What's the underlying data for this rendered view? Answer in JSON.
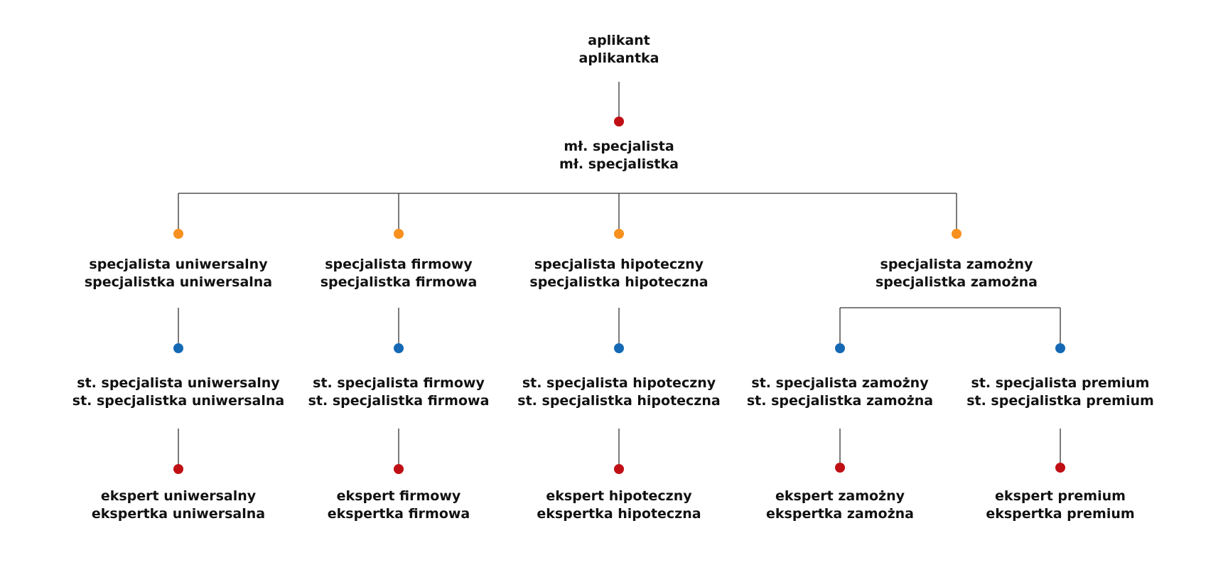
{
  "colors": {
    "line": "#333333",
    "red": "#C00F14",
    "orange": "#F7901E",
    "blue": "#1569B4",
    "text": "#111111"
  },
  "nodes": {
    "aplikant": {
      "line1": "aplikant",
      "line2": "aplikantka",
      "dot": null
    },
    "mlodszy": {
      "line1": "mł. specjalista",
      "line2": "mł. specjalistka",
      "dot": "red"
    },
    "spec_uniw": {
      "line1": "specjalista uniwersalny",
      "line2": "specjalistka uniwersalna",
      "dot": "orange"
    },
    "spec_firm": {
      "line1": "specjalista firmowy",
      "line2": "specjalistka firmowa",
      "dot": "orange"
    },
    "spec_hip": {
      "line1": "specjalista hipoteczny",
      "line2": "specjalistka hipoteczna",
      "dot": "orange"
    },
    "spec_zam": {
      "line1": "specjalista zamożny",
      "line2": "specjalistka zamożna",
      "dot": "orange"
    },
    "st_uniw": {
      "line1": "st. specjalista uniwersalny",
      "line2": "st. specjalistka uniwersalna",
      "dot": "blue"
    },
    "st_firm": {
      "line1": "st. specjalista firmowy",
      "line2": "st. specjalistka firmowa",
      "dot": "blue"
    },
    "st_hip": {
      "line1": "st. specjalista hipoteczny",
      "line2": "st. specjalistka hipoteczna",
      "dot": "blue"
    },
    "st_zam": {
      "line1": "st. specjalista zamożny",
      "line2": "st. specjalistka zamożna",
      "dot": "blue"
    },
    "st_prem": {
      "line1": "st. specjalista premium",
      "line2": "st. specjalistka premium",
      "dot": "blue"
    },
    "eksp_uniw": {
      "line1": "ekspert uniwersalny",
      "line2": "ekspertka uniwersalna",
      "dot": "red"
    },
    "eksp_firm": {
      "line1": "ekspert firmowy",
      "line2": "ekspertka firmowa",
      "dot": "red"
    },
    "eksp_hip": {
      "line1": "ekspert hipoteczny",
      "line2": "ekspertka hipoteczna",
      "dot": "red"
    },
    "eksp_zam": {
      "line1": "ekspert zamożny",
      "line2": "ekspertka zamożna",
      "dot": "red"
    },
    "eksp_prem": {
      "line1": "ekspert premium",
      "line2": "ekspertka premium",
      "dot": "red"
    }
  },
  "edges": [
    [
      "aplikant",
      "mlodszy"
    ],
    [
      "mlodszy",
      "spec_uniw"
    ],
    [
      "mlodszy",
      "spec_firm"
    ],
    [
      "mlodszy",
      "spec_hip"
    ],
    [
      "mlodszy",
      "spec_zam"
    ],
    [
      "spec_uniw",
      "st_uniw"
    ],
    [
      "spec_firm",
      "st_firm"
    ],
    [
      "spec_hip",
      "st_hip"
    ],
    [
      "spec_zam",
      "st_zam"
    ],
    [
      "spec_zam",
      "st_prem"
    ],
    [
      "st_uniw",
      "eksp_uniw"
    ],
    [
      "st_firm",
      "eksp_firm"
    ],
    [
      "st_hip",
      "eksp_hip"
    ],
    [
      "st_zam",
      "eksp_zam"
    ],
    [
      "st_prem",
      "eksp_prem"
    ]
  ]
}
